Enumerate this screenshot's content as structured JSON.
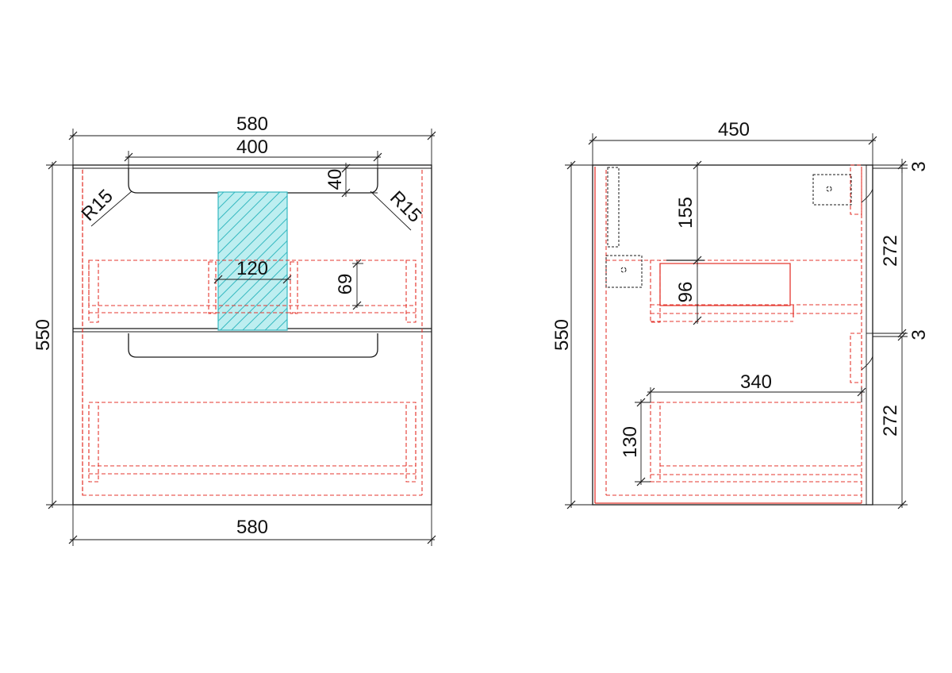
{
  "colors": {
    "outline": "#1a1a1a",
    "hidden_lines": "#e4372f",
    "cutout_fill": "#bdeef0",
    "cutout_hatch": "#35b8c0"
  },
  "front_view": {
    "width_top": "580",
    "basin_width": "400",
    "basin_depth": "40",
    "radius_left": "R15",
    "radius_right": "R15",
    "cutout_width": "120",
    "drawer_depth": "69",
    "height": "550",
    "width_bottom": "580"
  },
  "side_view": {
    "depth": "450",
    "gap_top": "3",
    "gap_middle": "3",
    "drawer_front_top": "272",
    "drawer_front_bottom": "272",
    "upper_offset": "155",
    "upper_drawer_height": "96",
    "height": "550",
    "lower_drawer_length": "340",
    "lower_drawer_height": "130"
  }
}
